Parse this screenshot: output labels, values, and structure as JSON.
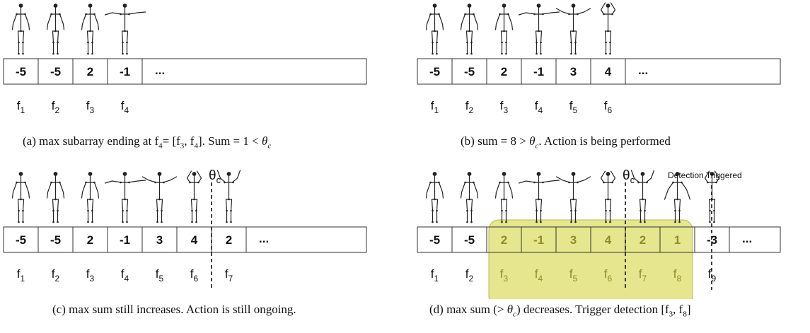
{
  "colors": {
    "highlight_fill": "#e3e382",
    "highlight_stroke": "#b8b85a",
    "highlight_text": "#8c8c2a"
  },
  "ellipsis": "...",
  "theta_label": "θ",
  "theta_sub": "c",
  "f_prefix": "f",
  "panels": [
    {
      "id": "a",
      "values": [
        "-5",
        "-5",
        "2",
        "-1"
      ],
      "ellipsis": true,
      "poses": [
        "down",
        "down",
        "down",
        "tpose"
      ],
      "caption": {
        "pre": "(a) max subarray ending at f",
        "sub": "4",
        "mid": "= [f",
        "s1": "3",
        "m2": ", f",
        "s2": "4",
        "post": "]. Sum = 1 < ",
        "theta": "θ",
        "theta_sub": "c"
      }
    },
    {
      "id": "b",
      "values": [
        "-5",
        "-5",
        "2",
        "-1",
        "3",
        "4"
      ],
      "ellipsis": true,
      "poses": [
        "down",
        "down",
        "down",
        "tpose",
        "wave",
        "hands-head"
      ],
      "caption": {
        "text": "(b) sum = 8 > ",
        "theta": "θ",
        "theta_sub": "c",
        "post": ". Action is being performed"
      }
    },
    {
      "id": "c",
      "values": [
        "-5",
        "-5",
        "2",
        "-1",
        "3",
        "4",
        "2"
      ],
      "ellipsis": true,
      "poses": [
        "down",
        "down",
        "down",
        "tpose",
        "wave",
        "hands-head",
        "arms-up"
      ],
      "threshold_after": 6,
      "caption": {
        "text": "(c) max sum still increases. Action is still ongoing."
      }
    },
    {
      "id": "d",
      "values": [
        "-5",
        "-5",
        "2",
        "-1",
        "3",
        "4",
        "2",
        "1",
        "-3"
      ],
      "ellipsis": true,
      "poses": [
        "down",
        "down",
        "down",
        "tpose",
        "wave",
        "hands-head",
        "arms-up",
        "arms-low",
        "hands-head"
      ],
      "threshold_after": 6,
      "trigger_after": 8,
      "trigger_label": "Detection Triggered",
      "highlight": [
        2,
        8
      ],
      "caption": {
        "pre": "(d) max sum (> ",
        "theta": "θ",
        "theta_sub": "c",
        "mid": ") decreases. Trigger detection [f",
        "s1": "3",
        "m2": ", f",
        "s2": "8",
        "post": "]"
      }
    }
  ]
}
